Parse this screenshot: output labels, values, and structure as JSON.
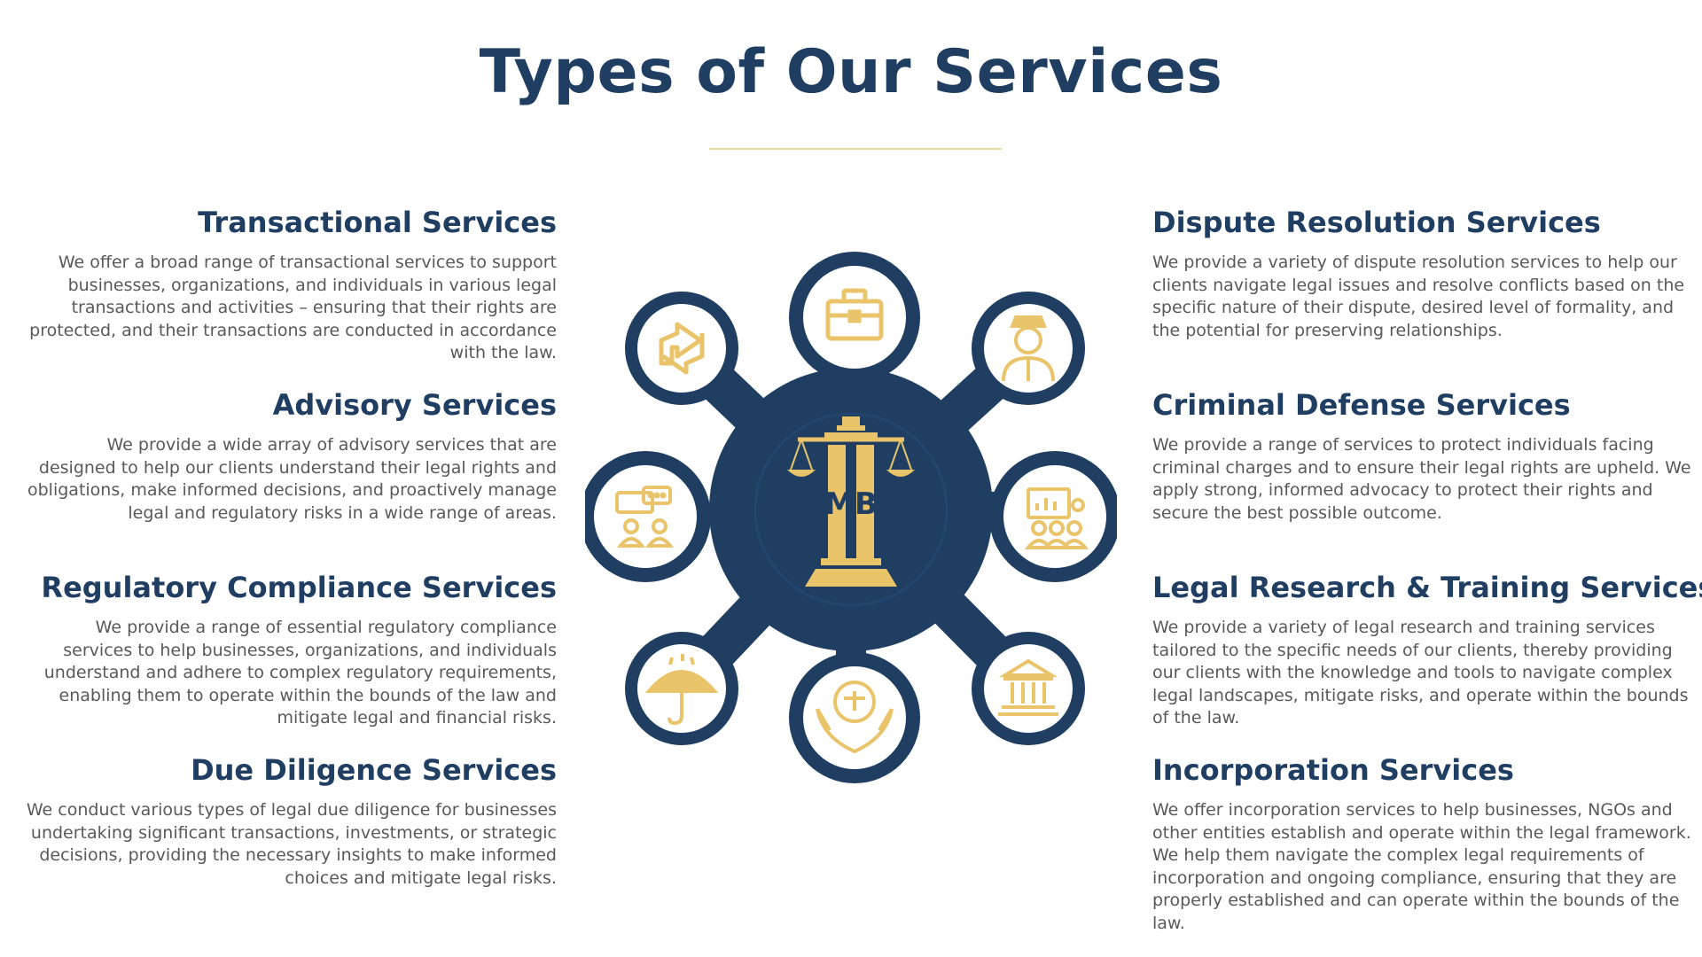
{
  "header": {
    "title": "Types of Our Services"
  },
  "colors": {
    "navy": "#1f3e62",
    "gold": "#e9c46a",
    "divider": "#efd4a6",
    "body_text": "#595959"
  },
  "left_services": [
    {
      "title": "Transactional Services",
      "description": "We offer a broad range of transactional services to support businesses, organizations, and individuals in various legal transactions and activities – ensuring that their rights are protected, and their transactions are conducted in accordance with the law."
    },
    {
      "title": "Advisory Services",
      "description": "We provide a wide array of advisory services that are designed to help our clients understand their legal rights and obligations, make informed decisions, and proactively manage legal and regulatory risks in a wide range of areas."
    },
    {
      "title": "Regulatory Compliance Services",
      "description": "We provide a range of essential regulatory compliance services to help businesses, organizations, and individuals understand and adhere to complex regulatory requirements, enabling them to operate within the bounds of the law and mitigate legal and financial risks."
    },
    {
      "title": "Due Diligence Services",
      "description": "We conduct various types of legal due diligence for businesses undertaking significant transactions, investments, or strategic decisions, providing the necessary insights to make informed choices and mitigate legal risks."
    }
  ],
  "right_services": [
    {
      "title": "Dispute Resolution Services",
      "description": "We provide a variety of dispute resolution services to help our clients navigate legal issues and resolve conflicts based on the specific nature of their dispute, desired level of formality, and the potential for preserving relationships."
    },
    {
      "title": "Criminal Defense Services",
      "description": "We provide a range of services to protect individuals facing criminal charges and to ensure their legal rights are upheld. We apply strong, informed advocacy to protect their rights and secure the best possible outcome."
    },
    {
      "title": "Legal Research & Training Services",
      "description": "We provide a variety of legal research and training services tailored to the specific needs of our clients, thereby providing our clients with the knowledge and tools to navigate complex legal landscapes, mitigate risks, and operate within the bounds of the law."
    },
    {
      "title": "Incorporation Services",
      "description": "We offer incorporation services to help businesses, NGOs and other entities establish and operate within the legal framework. We help them navigate the complex legal requirements of incorporation and ongoing compliance, ensuring that they are properly established and can operate within the bounds of the law."
    }
  ],
  "hub": {
    "center_logo": "MB",
    "icons": [
      "briefcase-icon",
      "officer-icon",
      "presentation-audience-icon",
      "bank-building-icon",
      "hands-justice-icon",
      "umbrella-icon",
      "chat-meeting-icon",
      "exchange-arrows-icon"
    ]
  }
}
